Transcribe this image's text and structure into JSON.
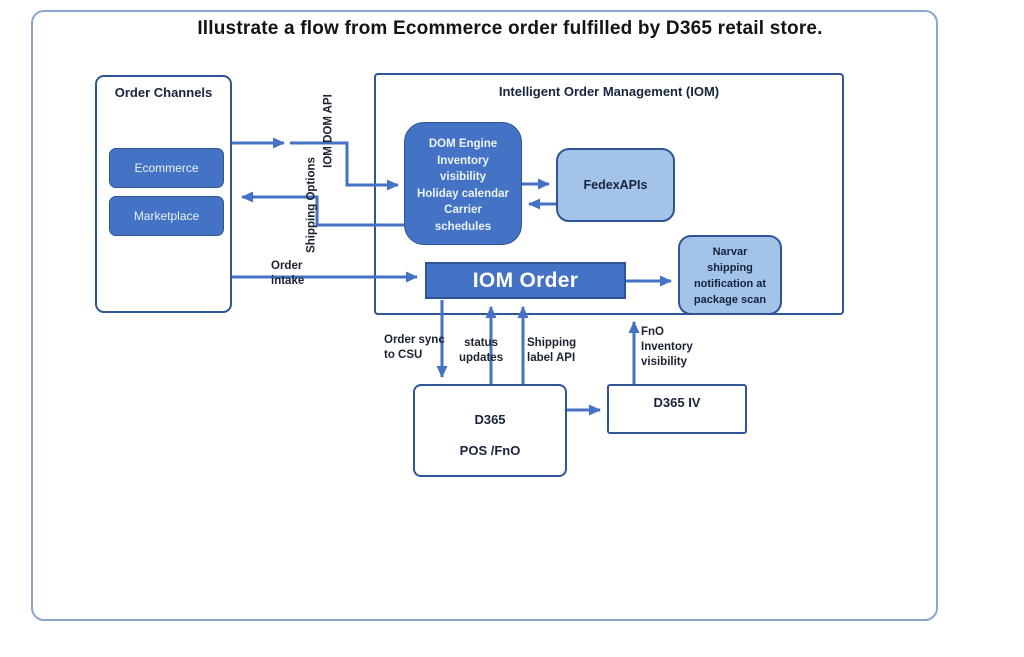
{
  "title": "Illustrate a flow from Ecommerce order fulfilled by D365 retail store.",
  "colors": {
    "accent_blue": "#4472C4",
    "light_blue": "#A3C4E8",
    "dark_border": "#2F5597",
    "outer_frame_border": "#8BA5CC",
    "arrow": "#4472C4"
  },
  "order_channels": {
    "title": "Order Channels",
    "ecommerce": "Ecommerce",
    "marketplace": "Marketplace"
  },
  "iom": {
    "title": "Intelligent Order Management (IOM)",
    "dom_engine": [
      "DOM Engine",
      "Inventory",
      "visibility",
      "Holiday calendar",
      "Carrier",
      "schedules"
    ],
    "fedex_label": "FedexAPIs",
    "iom_order_label": "IOM Order",
    "narvar": [
      "Narvar",
      "shipping",
      "notification at",
      "package scan"
    ]
  },
  "external": {
    "d365_title": "D365",
    "d365_subtitle": "POS /FnO",
    "d365_iv_label": "D365 IV"
  },
  "edge_labels": {
    "iom_dom_api": "IOM DOM API",
    "shipping_options": "Shipping Options",
    "order_intake": [
      "Order",
      "intake"
    ],
    "order_sync": [
      "Order sync",
      "to CSU"
    ],
    "status_updates": [
      "status",
      "updates"
    ],
    "shipping_label": [
      "Shipping",
      "label API"
    ],
    "fno_iv": [
      "FnO",
      "Inventory",
      "visibility"
    ]
  }
}
